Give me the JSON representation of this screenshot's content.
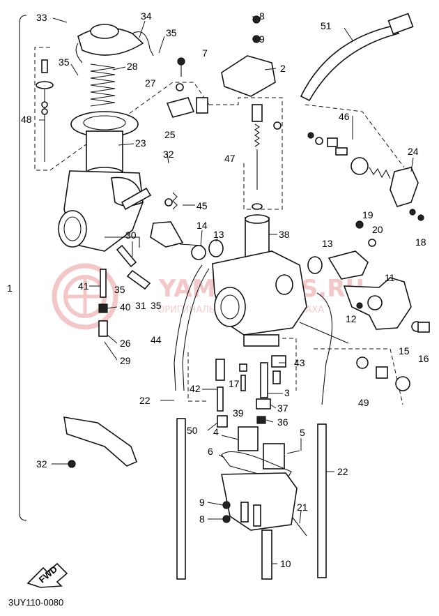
{
  "diagram": {
    "diagram_code": "3UY110-0080",
    "fwd_label": "FWD",
    "side_bracket_label": "1",
    "watermark": {
      "brand": "YAMAPARTS.RU",
      "subtitle": "ОРИГИНАЛЬНЫЕ ЗАПЧАСТИ ЯМАХА",
      "color": "#f2c4c4"
    },
    "callouts": [
      {
        "id": "c33",
        "label": "33"
      },
      {
        "id": "c34",
        "label": "34"
      },
      {
        "id": "c35a",
        "label": "35"
      },
      {
        "id": "c35b",
        "label": "35"
      },
      {
        "id": "c28",
        "label": "28"
      },
      {
        "id": "c48",
        "label": "48"
      },
      {
        "id": "c23",
        "label": "23"
      },
      {
        "id": "c8a",
        "label": "8"
      },
      {
        "id": "c9a",
        "label": "9"
      },
      {
        "id": "c7",
        "label": "7"
      },
      {
        "id": "c2",
        "label": "2"
      },
      {
        "id": "c27",
        "label": "27"
      },
      {
        "id": "c25",
        "label": "25"
      },
      {
        "id": "c47",
        "label": "47"
      },
      {
        "id": "c51",
        "label": "51"
      },
      {
        "id": "c46",
        "label": "46"
      },
      {
        "id": "c24",
        "label": "24"
      },
      {
        "id": "c32a",
        "label": "32"
      },
      {
        "id": "c45",
        "label": "45"
      },
      {
        "id": "c14",
        "label": "14"
      },
      {
        "id": "c13a",
        "label": "13"
      },
      {
        "id": "c38",
        "label": "38"
      },
      {
        "id": "c30",
        "label": "30"
      },
      {
        "id": "c19",
        "label": "19"
      },
      {
        "id": "c20",
        "label": "20"
      },
      {
        "id": "c18",
        "label": "18"
      },
      {
        "id": "c13b",
        "label": "13"
      },
      {
        "id": "c41",
        "label": "41"
      },
      {
        "id": "c35c",
        "label": "35"
      },
      {
        "id": "c31",
        "label": "31"
      },
      {
        "id": "c35d",
        "label": "35"
      },
      {
        "id": "c40",
        "label": "40"
      },
      {
        "id": "c11",
        "label": "11"
      },
      {
        "id": "c12",
        "label": "12"
      },
      {
        "id": "c26",
        "label": "26"
      },
      {
        "id": "c15",
        "label": "15"
      },
      {
        "id": "c16",
        "label": "16"
      },
      {
        "id": "c29",
        "label": "29"
      },
      {
        "id": "c44",
        "label": "44"
      },
      {
        "id": "c43",
        "label": "43"
      },
      {
        "id": "c42",
        "label": "42"
      },
      {
        "id": "c17",
        "label": "17"
      },
      {
        "id": "c3",
        "label": "3"
      },
      {
        "id": "c22a",
        "label": "22"
      },
      {
        "id": "c39",
        "label": "39"
      },
      {
        "id": "c37",
        "label": "37"
      },
      {
        "id": "c49",
        "label": "49"
      },
      {
        "id": "c36",
        "label": "36"
      },
      {
        "id": "c50",
        "label": "50"
      },
      {
        "id": "c4",
        "label": "4"
      },
      {
        "id": "c5",
        "label": "5"
      },
      {
        "id": "c6",
        "label": "6"
      },
      {
        "id": "c22b",
        "label": "22"
      },
      {
        "id": "c32b",
        "label": "32"
      },
      {
        "id": "c9b",
        "label": "9"
      },
      {
        "id": "c21",
        "label": "21"
      },
      {
        "id": "c8b",
        "label": "8"
      },
      {
        "id": "c10",
        "label": "10"
      }
    ]
  }
}
